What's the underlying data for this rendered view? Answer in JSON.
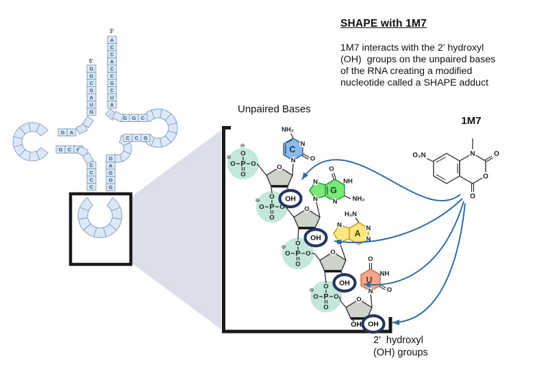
{
  "info_panel": {
    "title": "SHAPE with 1M7",
    "body_lines": [
      "1M7 interacts with the 2' hydroxyl",
      "(OH)  groups on the unpaired bases",
      "of the RNA creating a modified",
      "nucleotide called a SHAPE adduct"
    ]
  },
  "labels": {
    "unpaired_bases": "Unpaired Bases",
    "reagent": "1M7",
    "hydroxyl_line1": "2'  hydroxyl",
    "hydroxyl_line2": "(OH) groups",
    "five_prime": "5'",
    "three_prime": "3'"
  },
  "trna": {
    "acceptor_5p": [
      "G",
      "G",
      "C",
      "G",
      "A",
      "U",
      "G"
    ],
    "acceptor_3p": [
      "A",
      "C",
      "C",
      "A",
      "C",
      "C",
      "G",
      "C",
      "U",
      "A"
    ],
    "bend_residue": "C",
    "d_arm_top": [
      "G",
      "A"
    ],
    "d_arm_bottom": [
      "G",
      "C",
      "C"
    ],
    "t_arm_top": [
      "G",
      "G",
      "C"
    ],
    "t_arm_bottom": [
      "C",
      "C",
      "G"
    ],
    "anticodon_5p": [
      "C",
      "C",
      "C",
      "C"
    ],
    "anticodon_3p": [
      "G",
      "A",
      "G",
      "G",
      "G"
    ]
  },
  "chem": {
    "atoms": {
      "p": "P",
      "o": "O",
      "oh": "OH",
      "n": "N",
      "nh": "NH",
      "nh2": "NH₂",
      "h2n": "H₂N",
      "o2n": "O₂N",
      "minus": "⊖"
    },
    "bases": [
      {
        "letter": "C",
        "name": "cytosine"
      },
      {
        "letter": "G",
        "name": "guanine"
      },
      {
        "letter": "A",
        "name": "adenine"
      },
      {
        "letter": "U",
        "name": "uracil"
      }
    ]
  },
  "colors": {
    "cell_fill": "#dbe8f7",
    "cell_stroke": "#7d97b5",
    "cell_letter": "#33506e",
    "cell_letter_light": "#a8bdd4",
    "beam": "#dcdfe9",
    "frame": "#1a1a1a",
    "phosphate_fill": "#c3e8d9",
    "ribose_fill": "#ccd4ca",
    "bond": "#2b2b2b",
    "atom_text": "#1a1a1a",
    "oh_ring": "#23365e",
    "arrow": "#2d6ba3",
    "base_c_fill": "#8ab9ea",
    "base_c_stroke": "#3c6ca8",
    "base_c_text": "#163a70",
    "base_g_fill": "#79e97c",
    "base_g_stroke": "#2f9e3a",
    "base_g_text": "#0b4d14",
    "base_a_fill": "#ffe77d",
    "base_a_stroke": "#c8a232",
    "base_a_text": "#4a3a00",
    "base_u_fill": "#f2a78e",
    "base_u_stroke": "#c97753",
    "base_u_text": "#7a2e12"
  }
}
